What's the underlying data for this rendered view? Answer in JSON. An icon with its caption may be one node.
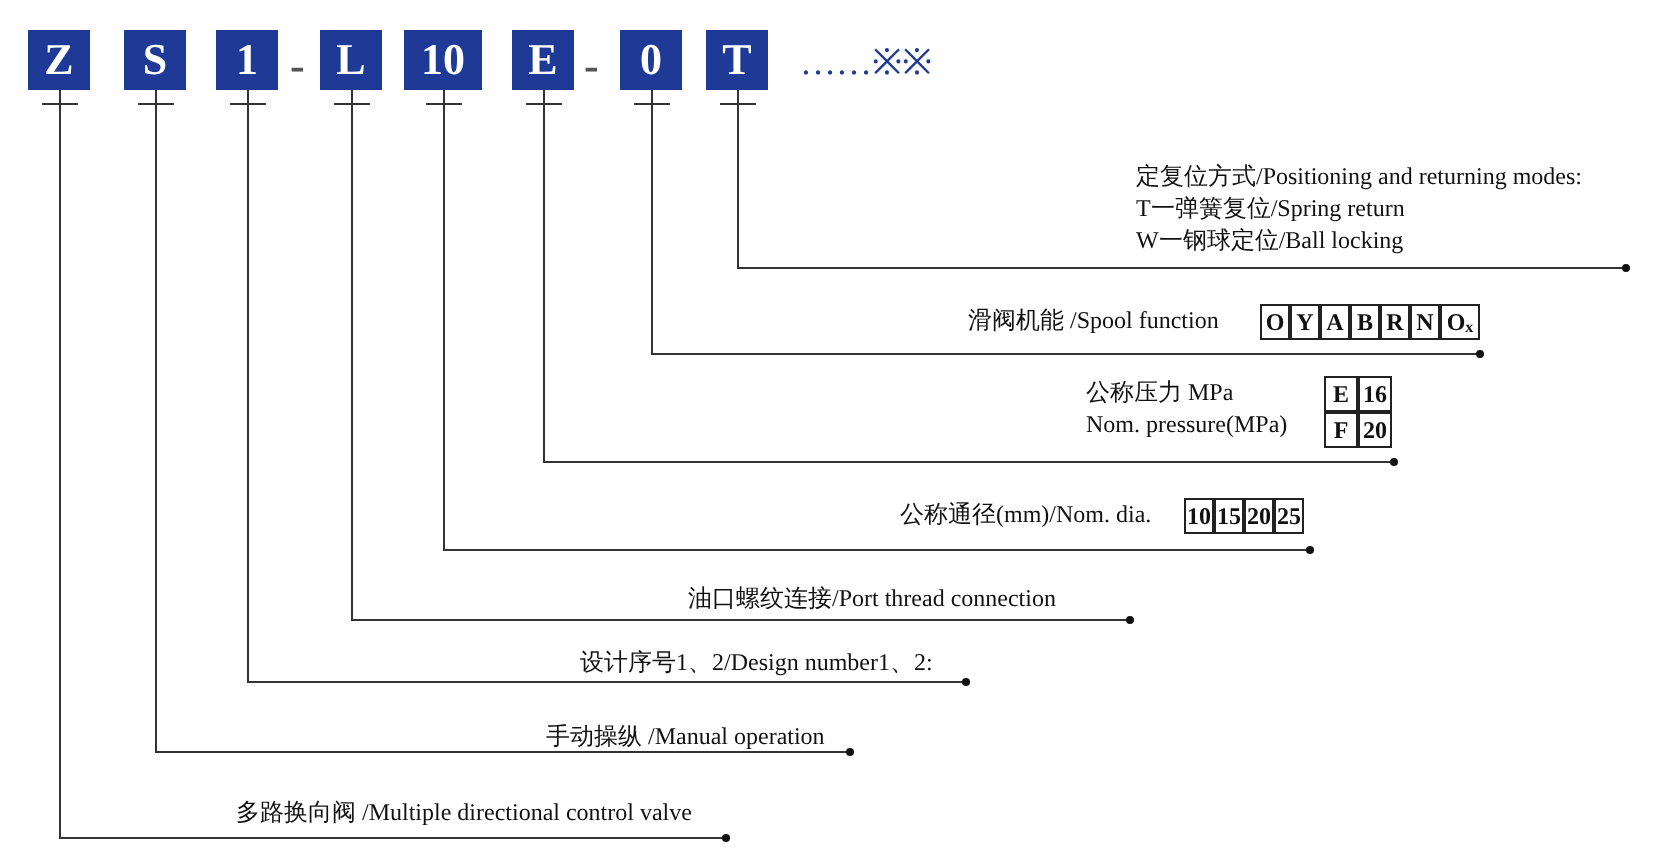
{
  "diagram": {
    "nodes": [
      {
        "text": [
          "Z"
        ]
      },
      {
        "text": [
          "S"
        ]
      },
      {
        "text": [
          "1"
        ]
      },
      {
        "text": [
          "L"
        ]
      },
      {
        "text": [
          "10"
        ]
      },
      {
        "text": [
          "E"
        ]
      },
      {
        "text": [
          "0"
        ]
      },
      {
        "text": [
          "T"
        ]
      },
      {
        "text": [
          "定复位方式/Positioning and returning modes:",
          "T一弹簧复位/Spring return",
          "W一钢球定位/Ball locking"
        ]
      },
      {
        "text": [
          "滑阀机能 /Spool function"
        ]
      },
      {
        "text": [
          "公称压力 MPa",
          "Nom. pressure(MPa)"
        ]
      },
      {
        "text": [
          "公称通径(mm)/Nom. dia."
        ]
      },
      {
        "text": [
          "油口螺纹连接/Port thread  connection"
        ]
      },
      {
        "text": [
          "设计序号1、2/Design number1、2:"
        ]
      },
      {
        "text": [
          "手动操纵 /Manual operation"
        ]
      },
      {
        "text": [
          "多路换向阀 /Multiple directional control valve"
        ]
      }
    ],
    "edges": [
      {
        "from": 7,
        "to": 8,
        "arrow": "other"
      },
      {
        "from": 6,
        "to": 9,
        "arrow": "other"
      },
      {
        "from": 5,
        "to": 10,
        "arrow": "other"
      },
      {
        "from": 4,
        "to": 11,
        "arrow": "other"
      },
      {
        "from": 3,
        "to": 12,
        "arrow": "other"
      },
      {
        "from": 2,
        "to": 13,
        "arrow": "other"
      },
      {
        "from": 1,
        "to": 14,
        "arrow": "other"
      },
      {
        "from": 0,
        "to": 15,
        "arrow": "other"
      }
    ],
    "labels": [
      "-",
      "-",
      "……※※",
      "O",
      "Y",
      "A",
      "B",
      "R",
      "N",
      "O$_{x}$",
      "E",
      "16",
      "F",
      "20",
      "10",
      "15",
      "20",
      "25"
    ]
  }
}
